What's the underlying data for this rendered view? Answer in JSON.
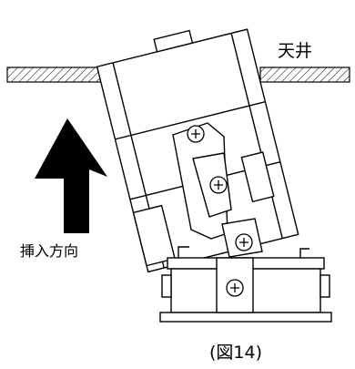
{
  "labels": {
    "ceiling": "天井",
    "direction": "挿入方向",
    "caption": "(図14)"
  },
  "colors": {
    "line": "#000000",
    "paper": "#ffffff"
  },
  "icons": [
    "insertion-arrow",
    "screw-icon",
    "ceiling-hatch"
  ]
}
